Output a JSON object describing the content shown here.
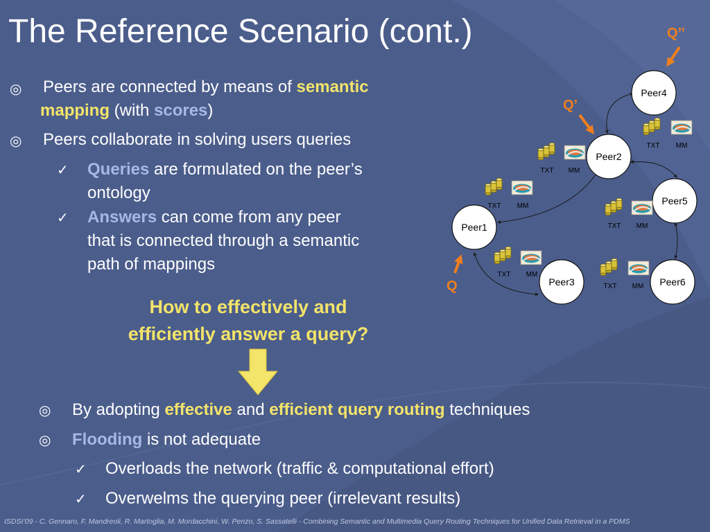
{
  "slide": {
    "title": "The Reference Scenario (cont.)",
    "bullets_top": [
      {
        "marker": "◎",
        "line1_pre": "Peers are connected by means of ",
        "line1_hl": "semantic",
        "line2_hl": "mapping",
        "line2_mid": " (with ",
        "line2_hl2": "scores",
        "line2_post": ")"
      },
      {
        "marker": "◎",
        "text": "Peers collaborate in solving users queries"
      }
    ],
    "subs_top": [
      {
        "marker": "✓",
        "line1_hl": "Queries",
        "line1_post": " are formulated on the peer’s",
        "line2": "ontology"
      },
      {
        "marker": "✓",
        "line1_hl": "Answers",
        "line1_post": " can come from  any peer",
        "line2": "that is connected through a semantic",
        "line3": "path of mappings"
      }
    ],
    "question_line1": "How to effectively and",
    "question_line2": "efficiently answer a query?",
    "bullets_bottom": [
      {
        "marker": "◎",
        "pre": "By adopting ",
        "hl1": "effective",
        "mid": " and ",
        "hl2": "efficient query routing",
        "post": " techniques"
      },
      {
        "marker": "◎",
        "hl": "Flooding",
        "post": " is not adequate"
      }
    ],
    "subs_bottom": [
      {
        "marker": "✓",
        "text": "Overloads the network (traffic & computational effort)"
      },
      {
        "marker": "✓",
        "text": "Overwelms the querying peer (irrelevant results)"
      }
    ],
    "footer": "ISDSI’09   -   C. Gennaro, F. Mandreoli, R. Martoglia, M. Mordacchini, W. Penzo, S. Sassatelli   -   Combining Semantic and Multimedia Query Routing Techniques for Unified Data Retrieval in a PDMS"
  },
  "diagram": {
    "peers": {
      "peer1": "Peer1",
      "peer2": "Peer2",
      "peer3": "Peer3",
      "peer4": "Peer4",
      "peer5": "Peer5",
      "peer6": "Peer6"
    },
    "queries": {
      "q": "Q",
      "q1": "Q’",
      "q2": "Q’’"
    },
    "data_labels": {
      "txt": "TXT",
      "mm": "MM"
    }
  },
  "colors": {
    "background": "#4b5d8b",
    "highlight_yellow": "#f3e46a",
    "highlight_blue": "#a6b8e3",
    "query_orange": "#f07f1e"
  }
}
